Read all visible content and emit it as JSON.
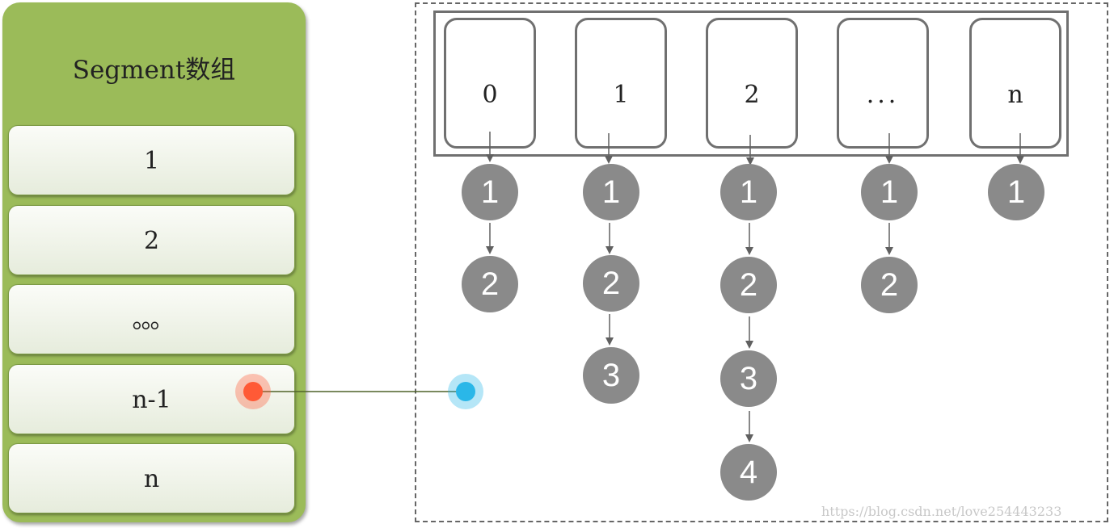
{
  "segment_panel": {
    "title": "Segment数组",
    "items": [
      "1",
      "2",
      "。。。",
      "n-1",
      "n"
    ]
  },
  "buckets": [
    {
      "label": "0",
      "nodes": [
        "1",
        "2"
      ]
    },
    {
      "label": "1",
      "nodes": [
        "1",
        "2",
        "3"
      ]
    },
    {
      "label": "2",
      "nodes": [
        "1",
        "2",
        "3",
        "4"
      ]
    },
    {
      "label": "...",
      "nodes": [
        "1",
        "2"
      ]
    },
    {
      "label": "n",
      "nodes": [
        "1"
      ]
    }
  ],
  "watermark": "https://blog.csdn.net/love254443233",
  "colors": {
    "panel_green": "#9bbb59",
    "node_gray": "#8a8a8a",
    "pointer_red": "#ff5a36",
    "pointer_blue": "#2ab7e8",
    "connector_green": "#4f6228"
  }
}
